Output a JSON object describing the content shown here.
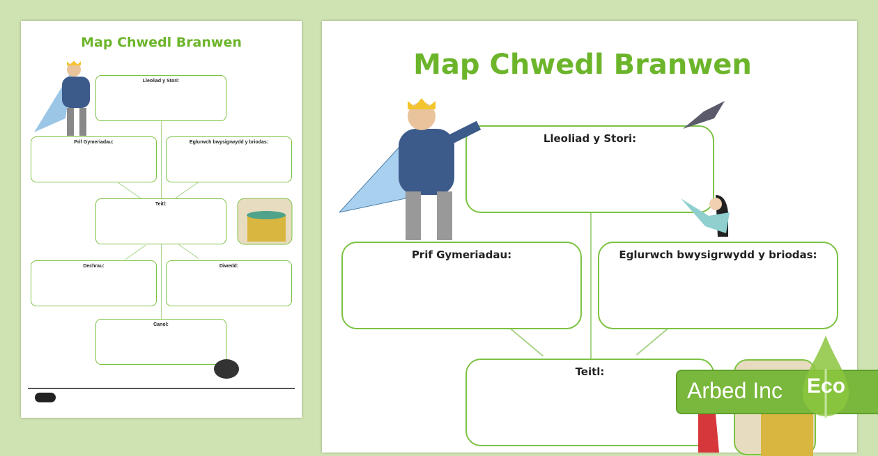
{
  "worksheet": {
    "title": "Map Chwedl Branwen",
    "boxes": {
      "setting": "Lleoliad y Stori:",
      "characters": "Prif Gymeriadau:",
      "explain": "Eglurwch bwysigrwydd y briodas:",
      "title": "Teitl:",
      "beginning": "Dechrau:",
      "end": "Diwedd:",
      "middle": "Canol:"
    }
  },
  "badge": {
    "text": "Arbed Inc",
    "eco": "Eco"
  },
  "colors": {
    "accent": "#6cb52b",
    "border": "#7cc242",
    "background": "#cfe3b2"
  }
}
